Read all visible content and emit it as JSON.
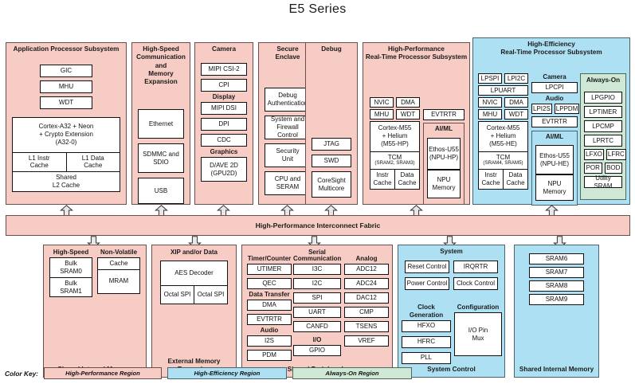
{
  "title": "E5 Series",
  "fabric": {
    "label": "High-Performance Interconnect Fabric"
  },
  "top": {
    "app_processor": {
      "header": "Application Processor Subsystem",
      "items": [
        "GIC",
        "MHU",
        "WDT"
      ],
      "core": "Cortex-A32 + Neon\n+ Crypto Extension\n(A32-0)",
      "core_l1": "Cortex-A32 + Neon",
      "core_l2": "+ Crypto Extension",
      "core_l3": "(A32-0)",
      "l1_instr": "L1 Instr",
      "l1_instr2": "Cache",
      "l1_data": "L1 Data",
      "l1_data2": "Cache",
      "l2a": "Shared",
      "l2b": "L2 Cache"
    },
    "high_speed": {
      "header": "High-Speed\nCommunication and\nMemory Expansion",
      "h1": "High-Speed",
      "h2": "Communication and",
      "h3": "Memory Expansion",
      "items": [
        "Ethernet",
        "SDMMC and\nSDIO",
        "USB"
      ],
      "ethernet": "Ethernet",
      "sdmmc_a": "SDMMC and",
      "sdmmc_b": "SDIO",
      "usb": "USB"
    },
    "camera": {
      "header": "Camera",
      "mipi_csi2": "MIPI CSI-2",
      "cpi": "CPI",
      "display_label": "Display",
      "mipi_dsi": "MIPI DSI",
      "dpi": "DPI",
      "cdc": "CDC",
      "graphics_label": "Graphics",
      "gpu_a": "D/AVE 2D",
      "gpu_b": "(GPU2D)"
    },
    "secure_enclave": {
      "h1": "Secure",
      "h2": "Enclave",
      "debug_auth_a": "Debug",
      "debug_auth_b": "Authentication",
      "firewall_a": "System and",
      "firewall_b": "Firewall Control",
      "security_a": "Security",
      "security_b": "Unit",
      "cpu_a": "CPU and",
      "cpu_b": "SERAM"
    },
    "debug": {
      "header": "Debug",
      "jtag": "JTAG",
      "swd": "SWD",
      "coresight_a": "CoreSight",
      "coresight_b": "Multicore"
    },
    "hp_realtime": {
      "h1": "High-Performance",
      "h2": "Real-Time Processor Subsystem",
      "nvic": "NVIC",
      "dma": "DMA",
      "mhu": "MHU",
      "wdt": "WDT",
      "core_a": "Cortex-M55",
      "core_b": "+ Helium",
      "core_c": "(M55-HP)",
      "tcm": "TCM",
      "tcm_sub": "(SRAM2, SRAM3)",
      "instr_a": "Instr",
      "instr_b": "Cache",
      "data_a": "Data",
      "data_b": "Cache",
      "evtrtr": "EVTRTR",
      "aiml_label": "AI/ML",
      "npu_a": "Ethos-U55",
      "npu_b": "(NPU-HP)",
      "npu_mem_a": "NPU",
      "npu_mem_b": "Memory"
    },
    "he_realtime": {
      "h1": "High-Efficiency",
      "h2": "Real-Time Processor Subsystem",
      "lpspi": "LPSPI",
      "lpi2c": "LPI2C",
      "lpuart": "LPUART",
      "nvic": "NVIC",
      "dma": "DMA",
      "mhu": "MHU",
      "wdt": "WDT",
      "core_a": "Cortex-M55",
      "core_b": "+ Helium",
      "core_c": "(M55-HE)",
      "tcm": "TCM",
      "tcm_sub": "(SRAM4, SRAM5)",
      "instr_a": "Instr",
      "instr_b": "Cache",
      "data_a": "Data",
      "data_b": "Cache",
      "camera_label": "Camera",
      "lpcpi": "LPCPI",
      "audio_label": "Audio",
      "lpi2s": "LPI2S",
      "lppdm": "LPPDM",
      "evtrtr": "EVTRTR",
      "aiml_label": "AI/ML",
      "npu_a": "Ethos-U55",
      "npu_b": "(NPU-HE)",
      "npu_mem_a": "NPU",
      "npu_mem_b": "Memory",
      "always_on": {
        "header": "Always-On",
        "lpgpio": "LPGPIO",
        "lptimer": "LPTIMER",
        "lpcmp": "LPCMP",
        "lprtc": "LPRTC",
        "lfxo": "LFXO",
        "lfrc": "LFRC",
        "por": "POR",
        "bod": "BOD",
        "utility_sram": "Utility SRAM"
      }
    }
  },
  "bottom": {
    "shared_internal_memory_left": {
      "footer": "Shared Internal Memory",
      "high_speed_label": "High-Speed",
      "non_volatile_label": "Non-Volatile",
      "bulk0_a": "Bulk",
      "bulk0_b": "SRAM0",
      "bulk1_a": "Bulk",
      "bulk1_b": "SRAM1",
      "cache": "Cache",
      "mram": "MRAM"
    },
    "external_memory": {
      "footer_a": "External Memory",
      "footer_b": "Expansion",
      "xip_label": "XIP and/or Data",
      "aes": "AES Decoder",
      "octal_spi_1": "Octal SPI",
      "octal_spi_2": "Octal SPI"
    },
    "shared_peripherals": {
      "footer": "Shared Peripherals",
      "serial_label": "Serial",
      "timer_label": "Timer/Counter",
      "comm_label": "Communication",
      "analog_label": "Analog",
      "data_transfer_label": "Data Transfer",
      "audio_label": "Audio",
      "io_label": "I/O",
      "timer_items": [
        "UTIMER",
        "QEC"
      ],
      "data_transfer_items": [
        "DMA",
        "EVTRTR"
      ],
      "audio_items": [
        "I2S",
        "PDM"
      ],
      "comm_items": [
        "I3C",
        "I2C",
        "SPI",
        "UART",
        "CANFD"
      ],
      "io_items": [
        "GPIO"
      ],
      "analog_items": [
        "ADC12",
        "ADC24",
        "DAC12",
        "CMP",
        "TSENS",
        "VREF"
      ]
    },
    "system_control": {
      "footer": "System Control",
      "system_label": "System",
      "reset_control": "Reset Control",
      "irqrtr": "IRQRTR",
      "power_control": "Power Control",
      "clock_control": "Clock Control",
      "clock_gen_label": "Clock Generation",
      "configuration_label": "Configuration",
      "hfxo": "HFXO",
      "hfrc": "HFRC",
      "pll": "PLL",
      "io_pin_a": "I/O Pin",
      "io_pin_b": "Mux"
    },
    "shared_internal_memory_right": {
      "footer": "Shared Internal Memory",
      "items": [
        "SRAM6",
        "SRAM7",
        "SRAM8",
        "SRAM9"
      ]
    }
  },
  "legend": {
    "label": "Color Key:",
    "items": [
      {
        "text": "High-Performance Region",
        "color": "#f7ccc4"
      },
      {
        "text": "High-Efficiency Region",
        "color": "#ade0f2"
      },
      {
        "text": "Always-On Region",
        "color": "#cfe8d6"
      }
    ]
  }
}
